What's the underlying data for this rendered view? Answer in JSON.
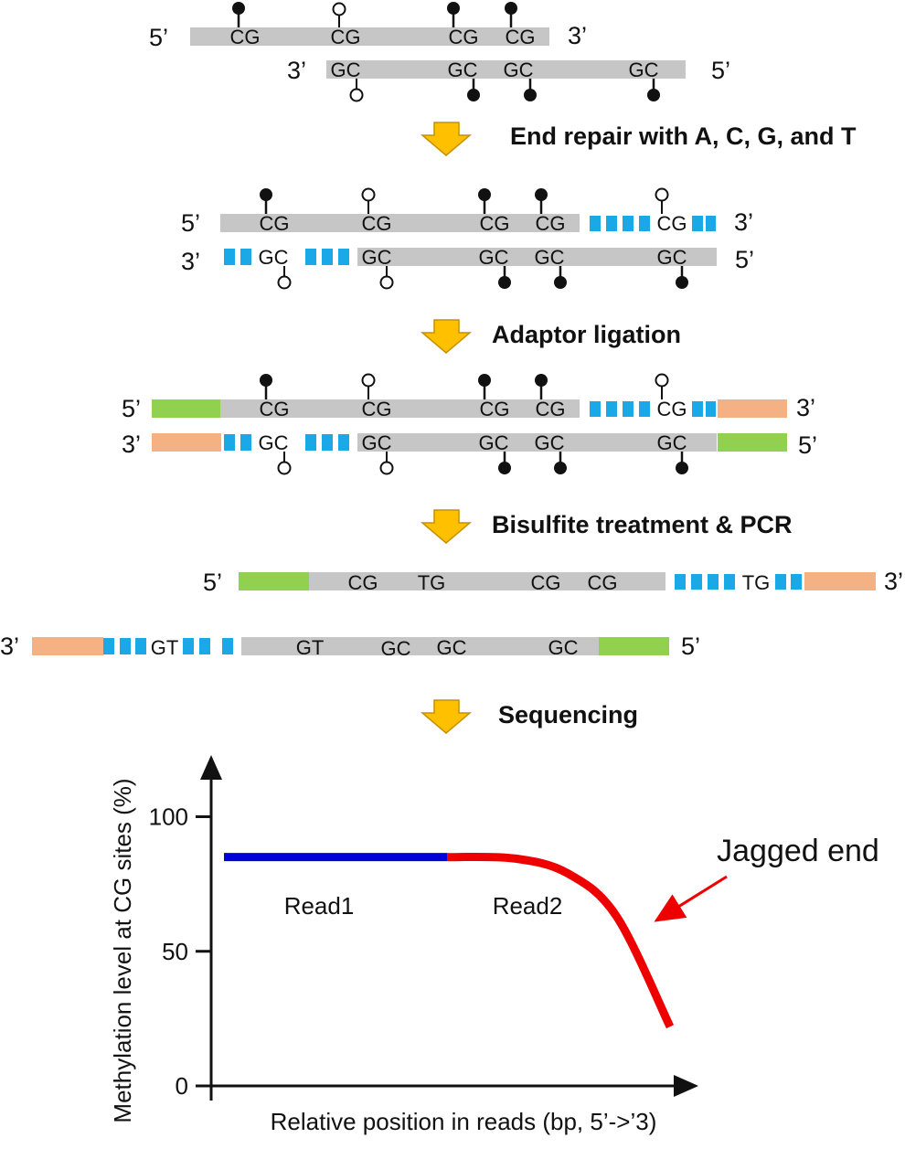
{
  "ends": {
    "five": "5’",
    "three": "3’"
  },
  "steps": {
    "end_repair": "End repair with A, C, G, and T",
    "adaptor_ligation": "Adaptor ligation",
    "bisulfite": "Bisulfite treatment & PCR",
    "sequencing": "Sequencing"
  },
  "sites": {
    "cg": "CG",
    "gc": "GC",
    "tg": "TG",
    "gt": "GT"
  },
  "colors": {
    "dna": "#c6c6c6",
    "fill_in": "#1aa9e6",
    "adaptor_green": "#92d050",
    "adaptor_peach": "#f4b183",
    "arrow": "#ffc000",
    "read1": "#0000dd",
    "read2": "#ee0000"
  },
  "chart_data": {
    "type": "line",
    "ylabel": "Methylation level at CG sites (%)",
    "xlabel": "Relative position in reads (bp, 5’->’3)",
    "yticks": [
      "0",
      "50",
      "100"
    ],
    "ylim": [
      0,
      120
    ],
    "series_labels": {
      "read1": "Read1",
      "read2": "Read2"
    },
    "annotation": "Jagged end",
    "series": [
      {
        "key": "read1",
        "x": [
          0,
          0.5
        ],
        "y": [
          85,
          85
        ]
      },
      {
        "key": "read2",
        "x": [
          0.5,
          0.65,
          0.77,
          0.88,
          1.0
        ],
        "y": [
          85,
          84.5,
          79,
          63,
          22
        ]
      }
    ]
  }
}
